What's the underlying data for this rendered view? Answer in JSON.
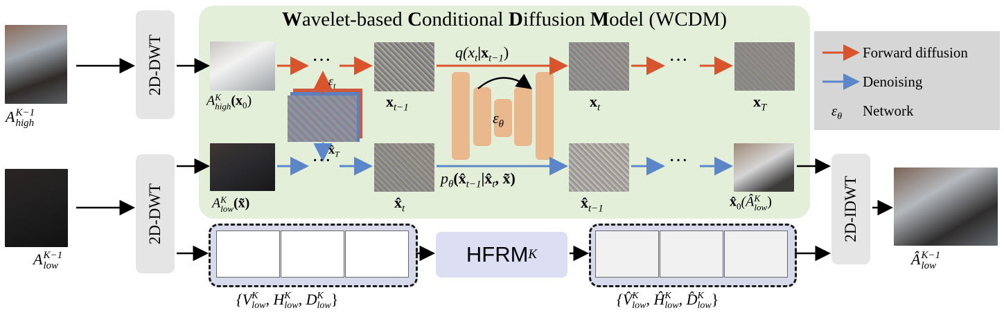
{
  "title": {
    "parts": [
      {
        "text": "W",
        "bold": true
      },
      {
        "text": "avelet-based ",
        "bold": false
      },
      {
        "text": "C",
        "bold": true
      },
      {
        "text": "onditional ",
        "bold": false
      },
      {
        "text": "D",
        "bold": true
      },
      {
        "text": "iffusion ",
        "bold": false
      },
      {
        "text": "M",
        "bold": true
      },
      {
        "text": "odel (WCDM)",
        "bold": false
      }
    ]
  },
  "blocks": {
    "dwt_top": "2D-DWT",
    "dwt_bottom": "2D-DWT",
    "idwt": "2D-IDWT",
    "hfrm_main": "HFRM",
    "hfrm_sub": "K"
  },
  "legend": {
    "forward": "Forward diffusion",
    "denoise": "Denoising",
    "network_symbol": "ε",
    "network_symbol_sub": "θ",
    "network": "Network"
  },
  "labels": {
    "input_high": {
      "base": "A",
      "sup": "K−1",
      "sub": "high"
    },
    "input_low": {
      "base": "A",
      "sup": "K−1",
      "sub": "low"
    },
    "output_low": {
      "base": "Â",
      "sup": "K−1",
      "sub": "low"
    },
    "a_high_x0": "A",
    "a_high_x0_sup": "K",
    "a_high_x0_sub": "high",
    "a_high_x0_arg": "(x",
    "a_high_x0_arg_sub": "0",
    "a_high_x0_close": ")",
    "a_low_x": "A",
    "a_low_x_sup": "K",
    "a_low_x_sub": "low",
    "a_low_x_arg": "(x̃)",
    "x_t_minus_1": "x",
    "x_t_minus_1_sub": "t−1",
    "x_t": "x",
    "x_t_sub": "t",
    "x_T": "x",
    "x_T_sub": "T",
    "xhat_t": "x̂",
    "xhat_t_sub": "t",
    "xhat_t_minus_1": "x̂",
    "xhat_t_minus_1_sub": "t−1",
    "xhat_0": "x̂",
    "xhat_0_sub": "0",
    "xhat_0_arg": "(Â",
    "xhat_0_arg_sup": "K",
    "xhat_0_arg_sub": "low",
    "xhat_0_close": ")",
    "forward_eq": "q(x",
    "forward_eq_sub1": "t",
    "forward_eq_mid": "|x",
    "forward_eq_sub2": "t−1",
    "forward_eq_close": ")",
    "denoise_eq": "p",
    "denoise_eq_sub": "θ",
    "denoise_eq_open": "(x̂",
    "denoise_eq_sub1": "t−1",
    "denoise_eq_mid": "|x̂",
    "denoise_eq_sub2": "t",
    "denoise_eq_close": ", x̃)",
    "eps_t": "ε",
    "eps_t_sub": "t",
    "xhat_T": "x̂",
    "xhat_T_sub": "T",
    "eps_theta": "ε",
    "eps_theta_sub": "θ",
    "dots": "···",
    "subbands_in": "{V",
    "subbands_in_V_sup": "K",
    "subbands_in_V_sub": "low",
    "subbands_in_H": ", H",
    "subbands_in_H_sup": "K",
    "subbands_in_H_sub": "low",
    "subbands_in_D": ", D",
    "subbands_in_D_sup": "K",
    "subbands_in_D_sub": "low",
    "subbands_in_close": "}",
    "subbands_out": "{V̂",
    "subbands_out_V_sup": "K",
    "subbands_out_V_sub": "low",
    "subbands_out_H": ", Ĥ",
    "subbands_out_H_sup": "K",
    "subbands_out_H_sub": "low",
    "subbands_out_D": ", D̂",
    "subbands_out_D_sup": "K",
    "subbands_out_D_sub": "low",
    "subbands_out_close": "}"
  },
  "colors": {
    "forward": "#d9542c",
    "denoise": "#5b86c9",
    "panel": "#e3efd9",
    "unet": "#e9b98d",
    "hfrm": "#dcdff3"
  }
}
